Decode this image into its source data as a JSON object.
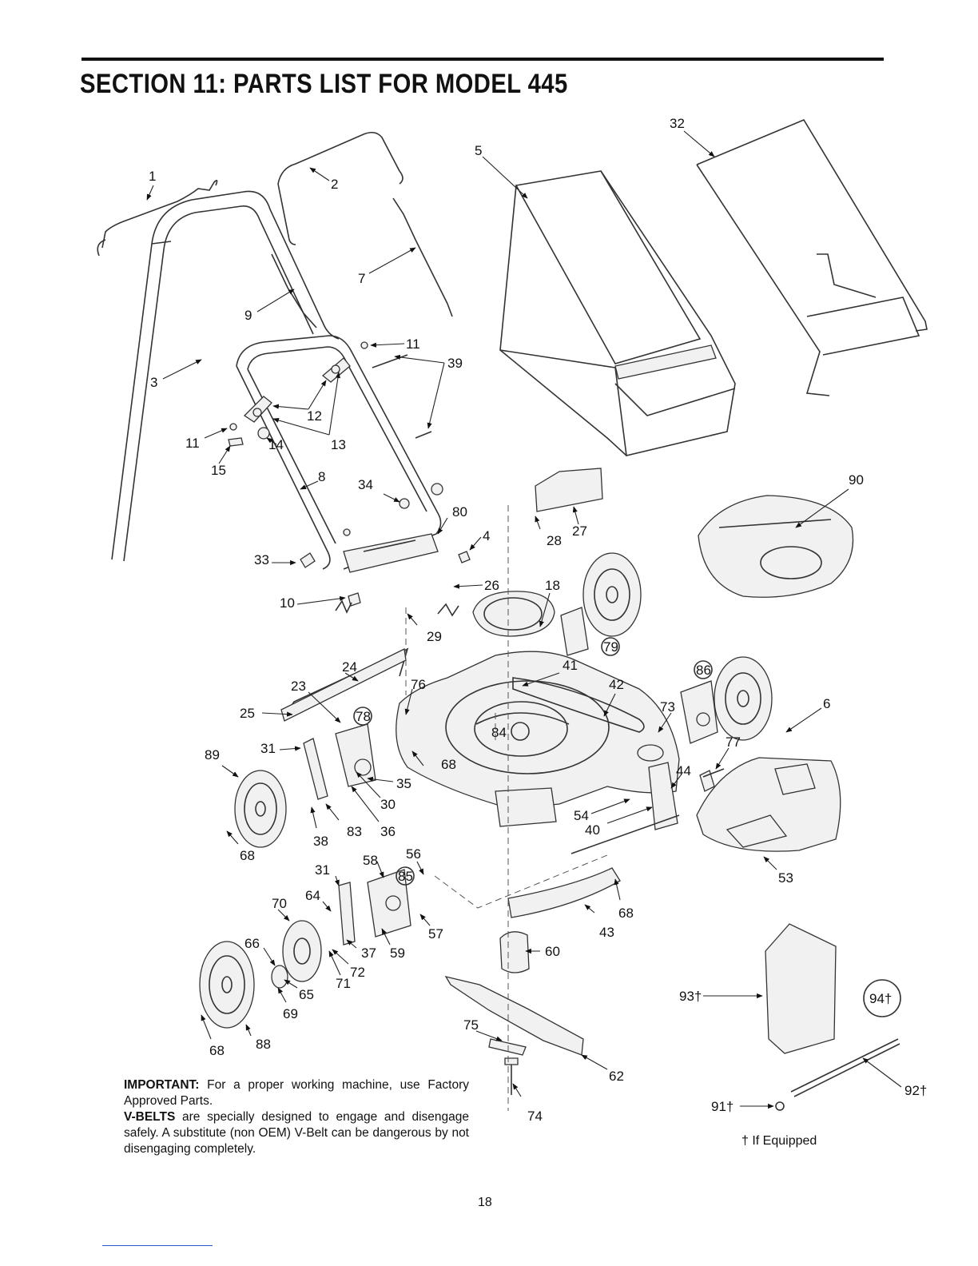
{
  "header": {
    "title": "SECTION 11:  PARTS LIST FOR MODEL 445"
  },
  "callouts": [
    {
      "id": "c1",
      "label": "1"
    },
    {
      "id": "c2",
      "label": "2"
    },
    {
      "id": "c3",
      "label": "3"
    },
    {
      "id": "c4",
      "label": "4"
    },
    {
      "id": "c5",
      "label": "5"
    },
    {
      "id": "c6",
      "label": "6"
    },
    {
      "id": "c7",
      "label": "7"
    },
    {
      "id": "c8",
      "label": "8"
    },
    {
      "id": "c9",
      "label": "9"
    },
    {
      "id": "c10",
      "label": "10"
    },
    {
      "id": "c11a",
      "label": "11"
    },
    {
      "id": "c11b",
      "label": "11"
    },
    {
      "id": "c12",
      "label": "12"
    },
    {
      "id": "c13",
      "label": "13"
    },
    {
      "id": "c14",
      "label": "14"
    },
    {
      "id": "c15",
      "label": "15"
    },
    {
      "id": "c18",
      "label": "18"
    },
    {
      "id": "c23",
      "label": "23"
    },
    {
      "id": "c24",
      "label": "24"
    },
    {
      "id": "c25",
      "label": "25"
    },
    {
      "id": "c26",
      "label": "26"
    },
    {
      "id": "c27",
      "label": "27"
    },
    {
      "id": "c28",
      "label": "28"
    },
    {
      "id": "c29",
      "label": "29"
    },
    {
      "id": "c30",
      "label": "30"
    },
    {
      "id": "c31a",
      "label": "31"
    },
    {
      "id": "c31b",
      "label": "31"
    },
    {
      "id": "c32",
      "label": "32"
    },
    {
      "id": "c33",
      "label": "33"
    },
    {
      "id": "c34",
      "label": "34"
    },
    {
      "id": "c35",
      "label": "35"
    },
    {
      "id": "c36",
      "label": "36"
    },
    {
      "id": "c37",
      "label": "37"
    },
    {
      "id": "c38",
      "label": "38"
    },
    {
      "id": "c39",
      "label": "39"
    },
    {
      "id": "c40",
      "label": "40"
    },
    {
      "id": "c41",
      "label": "41"
    },
    {
      "id": "c42",
      "label": "42"
    },
    {
      "id": "c43",
      "label": "43"
    },
    {
      "id": "c44",
      "label": "44"
    },
    {
      "id": "c53",
      "label": "53"
    },
    {
      "id": "c54",
      "label": "54"
    },
    {
      "id": "c56",
      "label": "56"
    },
    {
      "id": "c57",
      "label": "57"
    },
    {
      "id": "c58",
      "label": "58"
    },
    {
      "id": "c59",
      "label": "59"
    },
    {
      "id": "c60",
      "label": "60"
    },
    {
      "id": "c62",
      "label": "62"
    },
    {
      "id": "c64",
      "label": "64"
    },
    {
      "id": "c65",
      "label": "65"
    },
    {
      "id": "c66",
      "label": "66"
    },
    {
      "id": "c68a",
      "label": "68"
    },
    {
      "id": "c68b",
      "label": "68"
    },
    {
      "id": "c68c",
      "label": "68"
    },
    {
      "id": "c68d",
      "label": "68"
    },
    {
      "id": "c69",
      "label": "69"
    },
    {
      "id": "c70",
      "label": "70"
    },
    {
      "id": "c71",
      "label": "71"
    },
    {
      "id": "c72",
      "label": "72"
    },
    {
      "id": "c73",
      "label": "73"
    },
    {
      "id": "c74",
      "label": "74"
    },
    {
      "id": "c75",
      "label": "75"
    },
    {
      "id": "c76",
      "label": "76"
    },
    {
      "id": "c77",
      "label": "77"
    },
    {
      "id": "c78",
      "label": "78"
    },
    {
      "id": "c79",
      "label": "79"
    },
    {
      "id": "c80",
      "label": "80"
    },
    {
      "id": "c83",
      "label": "83"
    },
    {
      "id": "c84",
      "label": "84"
    },
    {
      "id": "c85",
      "label": "85"
    },
    {
      "id": "c86",
      "label": "86"
    },
    {
      "id": "c88",
      "label": "88"
    },
    {
      "id": "c89",
      "label": "89"
    },
    {
      "id": "c90",
      "label": "90"
    },
    {
      "id": "c91",
      "label": "91†"
    },
    {
      "id": "c92",
      "label": "92†"
    },
    {
      "id": "c93",
      "label": "93†"
    },
    {
      "id": "c94",
      "label": "94†"
    }
  ],
  "notes": {
    "important_label": "IMPORTANT:",
    "important_text": " For a proper working machine, use Factory Approved Parts.",
    "vbelts_label": "V-BELTS",
    "vbelts_text": " are specially designed to engage and disengage safely. A substitute (non OEM) V-Belt can be dangerous by not disengaging completely."
  },
  "legend": {
    "if_equipped": "† If Equipped"
  },
  "footer": {
    "page_number": "18"
  }
}
